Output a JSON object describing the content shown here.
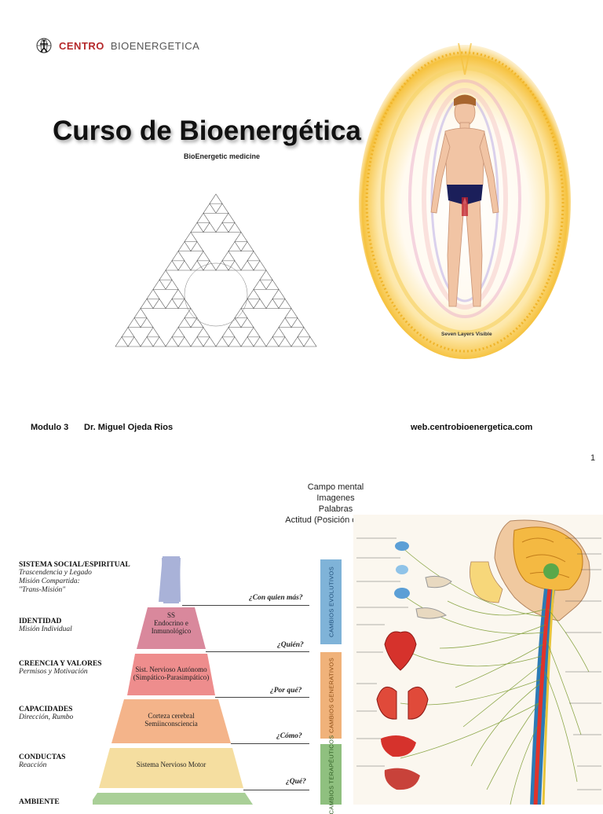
{
  "slide1": {
    "logo": {
      "strong": "CENTRO",
      "light": "BIOENERGETICA",
      "icon": "globe-figure-icon"
    },
    "title": "Curso de Bioenergética",
    "subtitle": "BioEnergetic medicine",
    "aura_caption": "Seven Layers Visible",
    "footer": {
      "module": "Modulo 3",
      "author": "Dr. Miguel Ojeda Rios",
      "website": "web.centrobioenergetica.com"
    },
    "page_number": "1"
  },
  "slide2": {
    "campo_lines": [
      "Campo mental",
      "Imagenes",
      "Palabras",
      "Actitud (Posición corporal)"
    ],
    "levels": [
      {
        "heading": "SISTEMA SOCIAL/ESPIRITUAL",
        "sub": [
          "Trascendencia y Legado",
          "Misión Compartida:",
          "\"Trans-Misión\""
        ]
      },
      {
        "heading": "IDENTIDAD",
        "sub": [
          "Misión Individual"
        ]
      },
      {
        "heading": "CREENCIA Y VALORES",
        "sub": [
          "Permisos y Motivación"
        ]
      },
      {
        "heading": "CAPACIDADES",
        "sub": [
          "Dirección, Rumbo"
        ]
      },
      {
        "heading": "CONDUCTAS",
        "sub": [
          "Reacción"
        ]
      },
      {
        "heading": "AMBIENTE",
        "sub": []
      }
    ],
    "pyramid": [
      {
        "label": "",
        "color": "#a9b2d8"
      },
      {
        "label": "SS\nEndocrino e\nInmunológico",
        "color": "#d9889c"
      },
      {
        "label": "Sist. Nervioso Autónomo\n(Simpático-Parasimpático)",
        "color": "#ee8d8d"
      },
      {
        "label": "Corteza cerebral\nSemiinconsciencia",
        "color": "#f4b48a"
      },
      {
        "label": "Sistema Nervioso Motor",
        "color": "#f5dea0"
      },
      {
        "label": "",
        "color": "#a9cf97"
      }
    ],
    "questions": [
      "¿Con quien más?",
      "¿Quién?",
      "¿Por qué?",
      "¿Cómo?",
      "¿Qué?"
    ],
    "bands": [
      {
        "label": "CAMBIOS EVOLUTIVOS",
        "color": "#7fb3d8",
        "text_color": "#1f4e79"
      },
      {
        "label": "CAMBIOS GENERATIVOS",
        "color": "#f0b27a",
        "text_color": "#8a4b12"
      },
      {
        "label": "CAMBIOS TERAPÉUTICOS",
        "color": "#8fc07f",
        "text_color": "#2e5c22"
      }
    ]
  }
}
